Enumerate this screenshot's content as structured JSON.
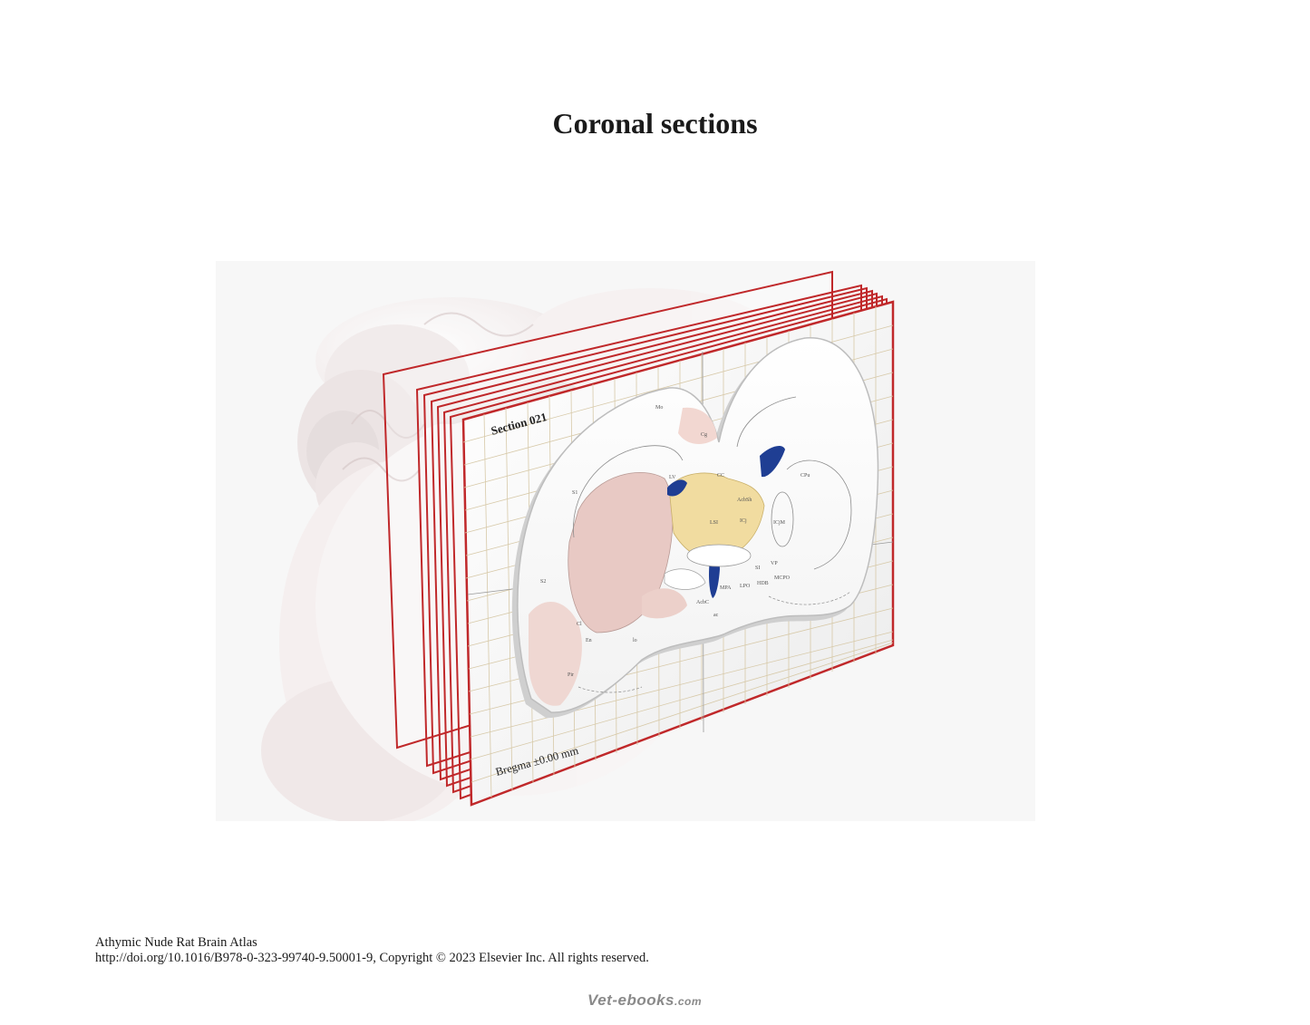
{
  "page": {
    "title": "Coronal sections"
  },
  "figure": {
    "section_label": "Section 021",
    "bregma_label": "Bregma ±0.00 mm",
    "region_labels": [
      "Mo",
      "Cg",
      "S1",
      "S2",
      "CPu",
      "LV",
      "CC",
      "AcbC",
      "AcbSh",
      "ICj",
      "ICjM",
      "LSI",
      "MPA",
      "LPO",
      "HDB",
      "SI",
      "VP",
      "MCPO",
      "Cl",
      "En",
      "Pir",
      "ac",
      "lo"
    ],
    "colors": {
      "frame": "#c0282a",
      "grid": "#d7c9a8",
      "striatum": "#e8c9c4",
      "septal": "#f1dca0",
      "ventricle": "#1f3e93"
    }
  },
  "footer": {
    "book_title": "Athymic Nude Rat Brain Atlas",
    "citation": "http://doi.org/10.1016/B978-0-323-99740-9.50001-9, Copyright © 2023 Elsevier Inc. All rights reserved."
  },
  "watermark": {
    "text": "Vet-ebooks",
    "suffix": ".com"
  }
}
